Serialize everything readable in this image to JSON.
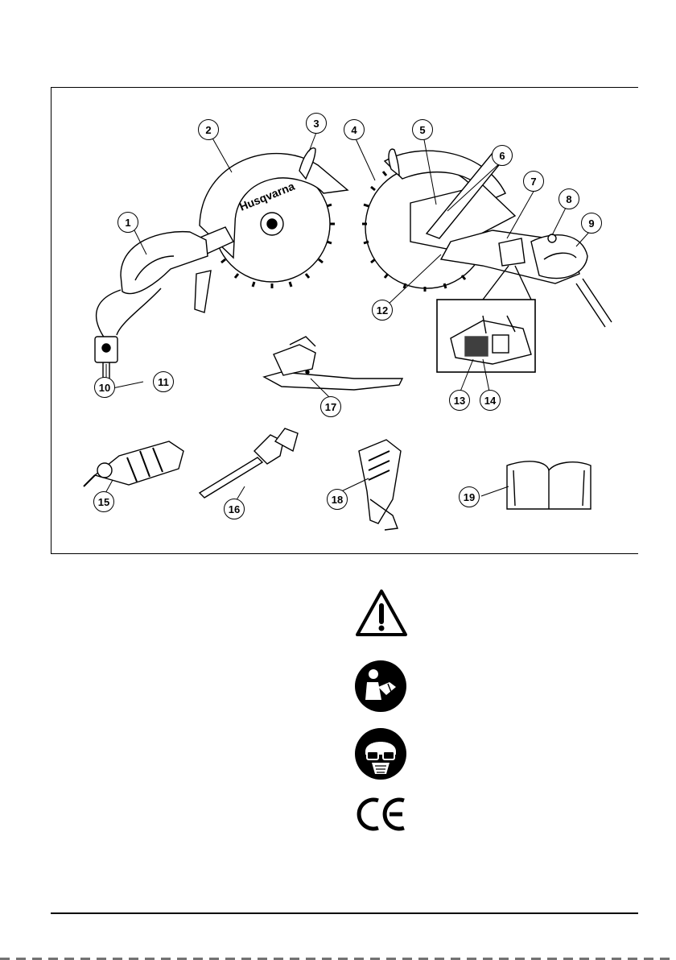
{
  "figure": {
    "brand_text": "Husqvarna",
    "callouts": [
      "1",
      "2",
      "3",
      "4",
      "5",
      "6",
      "7",
      "8",
      "9",
      "10",
      "11",
      "12",
      "13",
      "14",
      "15",
      "16",
      "17",
      "18",
      "19"
    ]
  },
  "symbols": [
    {
      "icon": "warning-triangle-icon"
    },
    {
      "icon": "read-manual-icon"
    },
    {
      "icon": "respirator-protection-icon"
    },
    {
      "icon": "ce-mark-icon"
    }
  ]
}
